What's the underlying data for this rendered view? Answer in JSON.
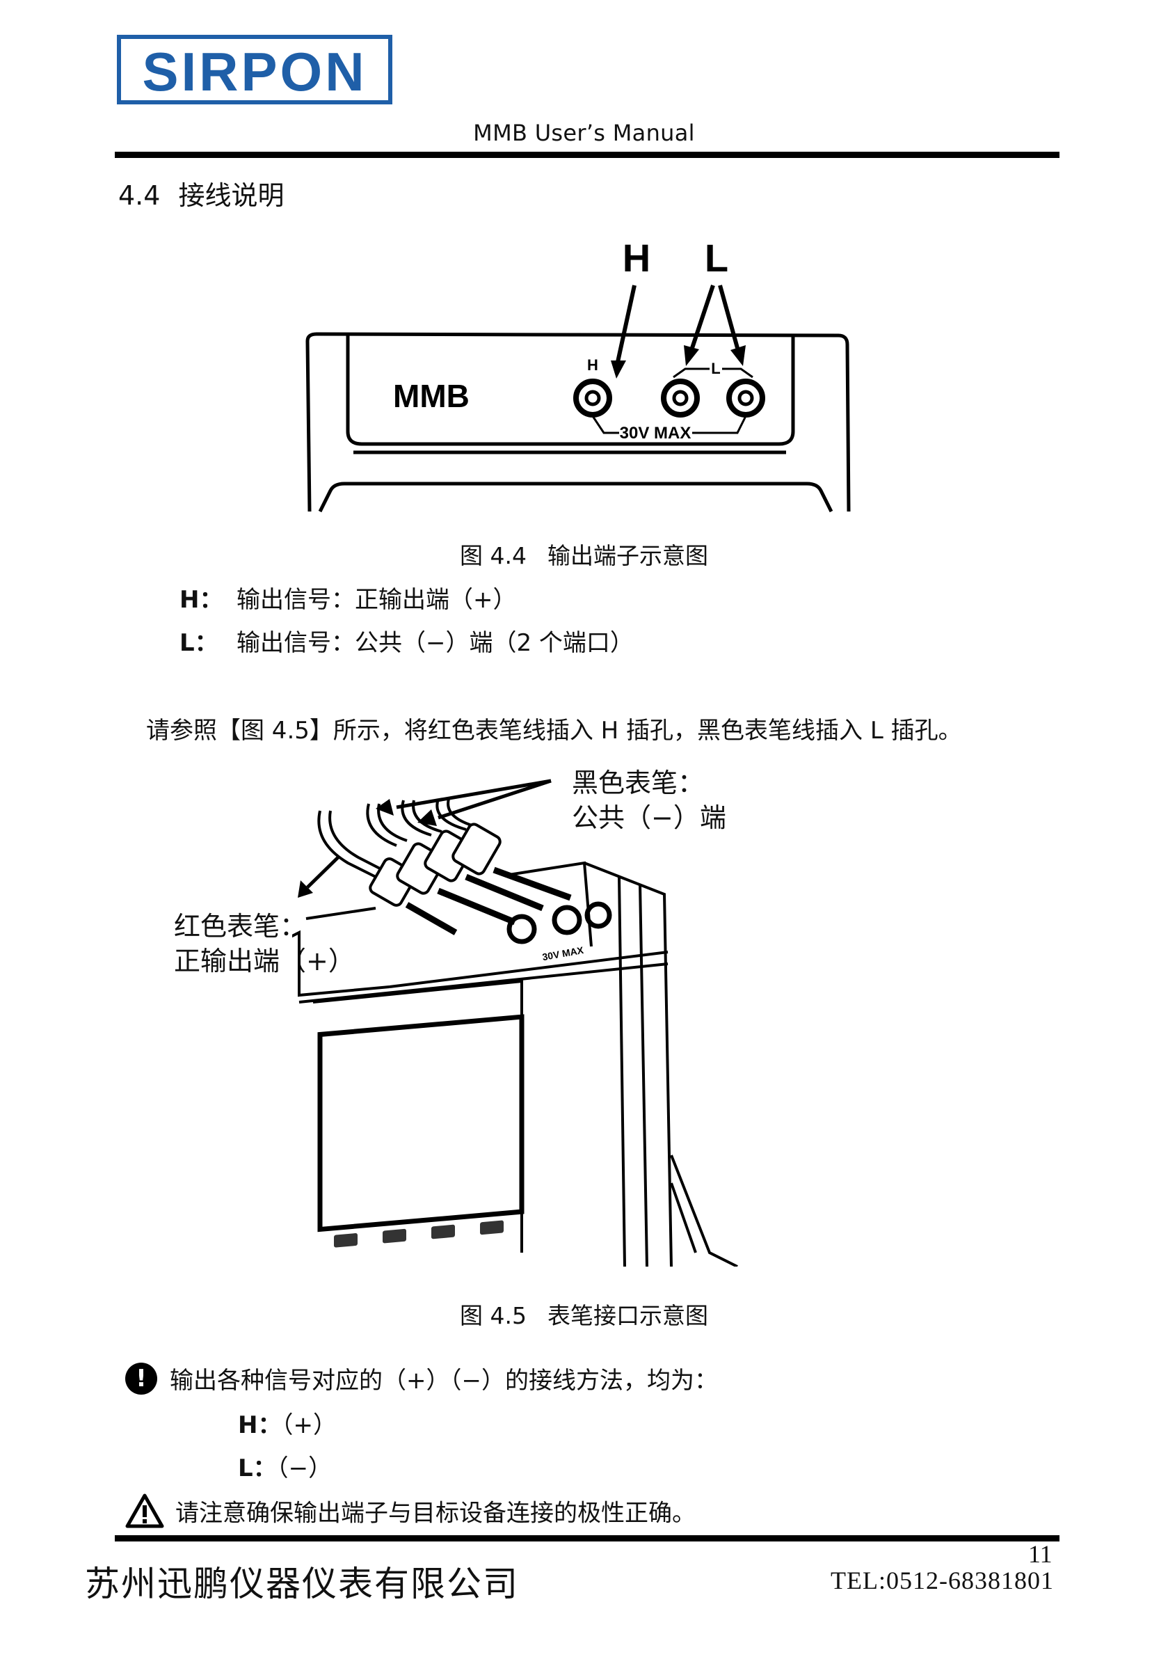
{
  "header": {
    "logo_text": "SIRPON",
    "title": "MMB User’s Manual"
  },
  "section": {
    "number": "4.4",
    "title": "接线说明"
  },
  "figure_4_4": {
    "label_h": "H",
    "label_l": "L",
    "device_name": "MMB",
    "terminal_h": "H",
    "terminal_l": "L",
    "voltage": "30V MAX",
    "caption_num": "图 4.4",
    "caption_text": "输出端子示意图"
  },
  "definitions": [
    {
      "key": "H：",
      "text": "输出信号：正输出端（+）"
    },
    {
      "key": "L：",
      "text": "输出信号：公共（−）端（2 个端口）"
    }
  ],
  "instruction": "请参照【图 4.5】所示，将红色表笔线插入 H 插孔，黑色表笔线插入 L 插孔。",
  "figure_4_5": {
    "black_label_1": "黑色表笔：",
    "black_label_2": "公共（−）端",
    "red_label_1": "红色表笔：",
    "red_label_2": "正输出端（+）",
    "voltage": "30V MAX",
    "caption_num": "图 4.5",
    "caption_text": "表笔接口示意图"
  },
  "note": {
    "icon": "exclamation-icon",
    "text": "输出各种信号对应的（+）（−）的接线方法，均为：",
    "h_key": "H：",
    "h_val": "（+）",
    "l_key": "L：",
    "l_val": "（−）"
  },
  "warning": {
    "icon": "warning-triangle-icon",
    "text": "请注意确保输出端子与目标设备连接的极性正确。"
  },
  "footer": {
    "company": "苏州迅鹏仪器仪表有限公司",
    "page": "11",
    "tel": "TEL:0512-68381801"
  },
  "colors": {
    "logo_blue": "#1f5fa8",
    "ink": "#111111"
  }
}
